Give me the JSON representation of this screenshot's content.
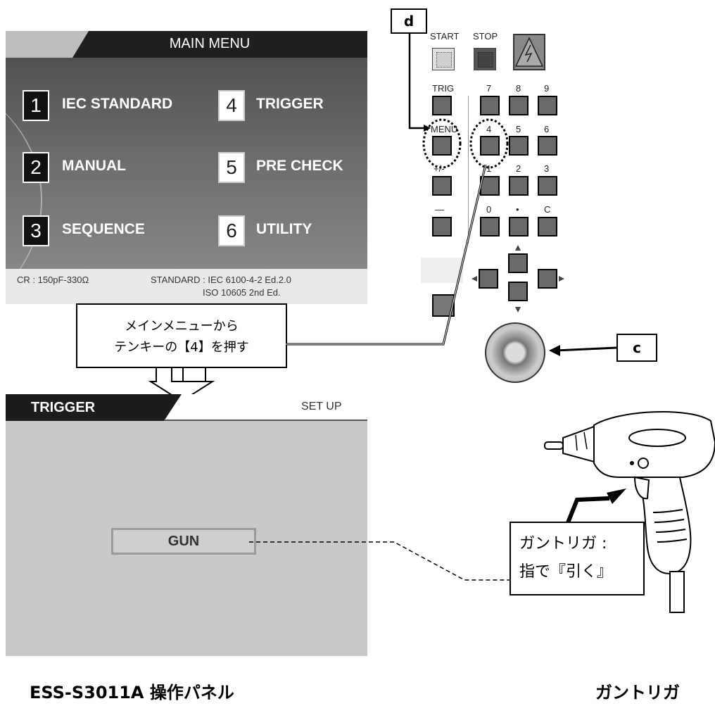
{
  "main_menu": {
    "title": "MAIN MENU",
    "items": [
      {
        "num": "1",
        "label": "IEC STANDARD"
      },
      {
        "num": "2",
        "label": "MANUAL"
      },
      {
        "num": "3",
        "label": "SEQUENCE"
      },
      {
        "num": "4",
        "label": "TRIGGER"
      },
      {
        "num": "5",
        "label": "PRE CHECK"
      },
      {
        "num": "6",
        "label": "UTILITY"
      }
    ],
    "footer_cr": "CR : 150pF-330Ω",
    "footer_standard": "STANDARD : IEC 6100-4-2 Ed.2.0",
    "footer_standard2": "ISO 10605 2nd Ed."
  },
  "callout": {
    "line1": "メインメニューから",
    "line2": "テンキーの【4】を押す"
  },
  "trigger_screen": {
    "title": "TRIGGER",
    "setup": "SET UP",
    "value": "GUN"
  },
  "keypad": {
    "label_d": "d",
    "label_c": "c",
    "start": "START",
    "stop": "STOP",
    "trig": "TRIG",
    "menu": "MENU",
    "plusminus": "+/-",
    "minus": "—",
    "digits": [
      "7",
      "8",
      "9",
      "4",
      "5",
      "6",
      "1",
      "2",
      "3",
      "0",
      "•",
      "C"
    ]
  },
  "gun_callout": {
    "line1": "ガントリガ :",
    "line2": "指で『引く』"
  },
  "captions": {
    "left": "ESS-S3011A 操作パネル",
    "right": "ガントリガ"
  },
  "colors": {
    "menu_header": "#1f1f1f",
    "trigger_bg": "#c8c8c8"
  }
}
